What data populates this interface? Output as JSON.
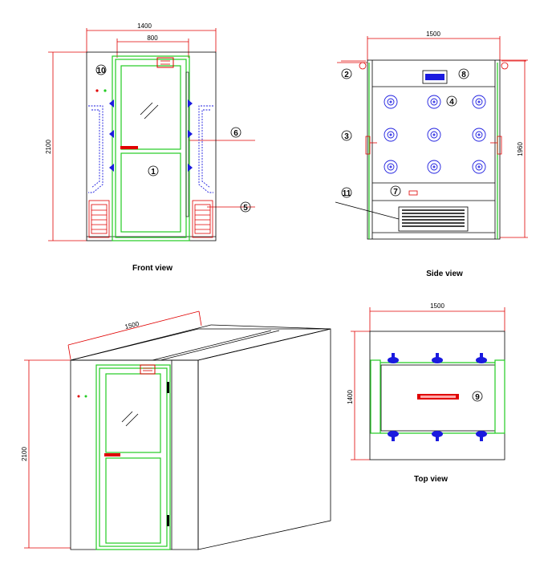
{
  "colors": {
    "dimension": "#e00000",
    "door_frame": "#22cc22",
    "nozzle": "#1a1adf",
    "outline": "#000000"
  },
  "views": {
    "front": {
      "caption": "Front view",
      "width_dim": "1400",
      "door_dim": "800",
      "height_dim": "2100",
      "callouts": [
        "10",
        "1",
        "6",
        "5"
      ]
    },
    "side": {
      "caption": "Side view",
      "width_dim": "1500",
      "height_dim": "1960",
      "callouts": [
        "2",
        "8",
        "4",
        "3",
        "7",
        "11"
      ]
    },
    "iso": {
      "depth_dim": "1500",
      "height_dim": "2100"
    },
    "top": {
      "caption": "Top view",
      "width_dim": "1500",
      "depth_dim": "1400",
      "callouts": [
        "9"
      ]
    }
  }
}
